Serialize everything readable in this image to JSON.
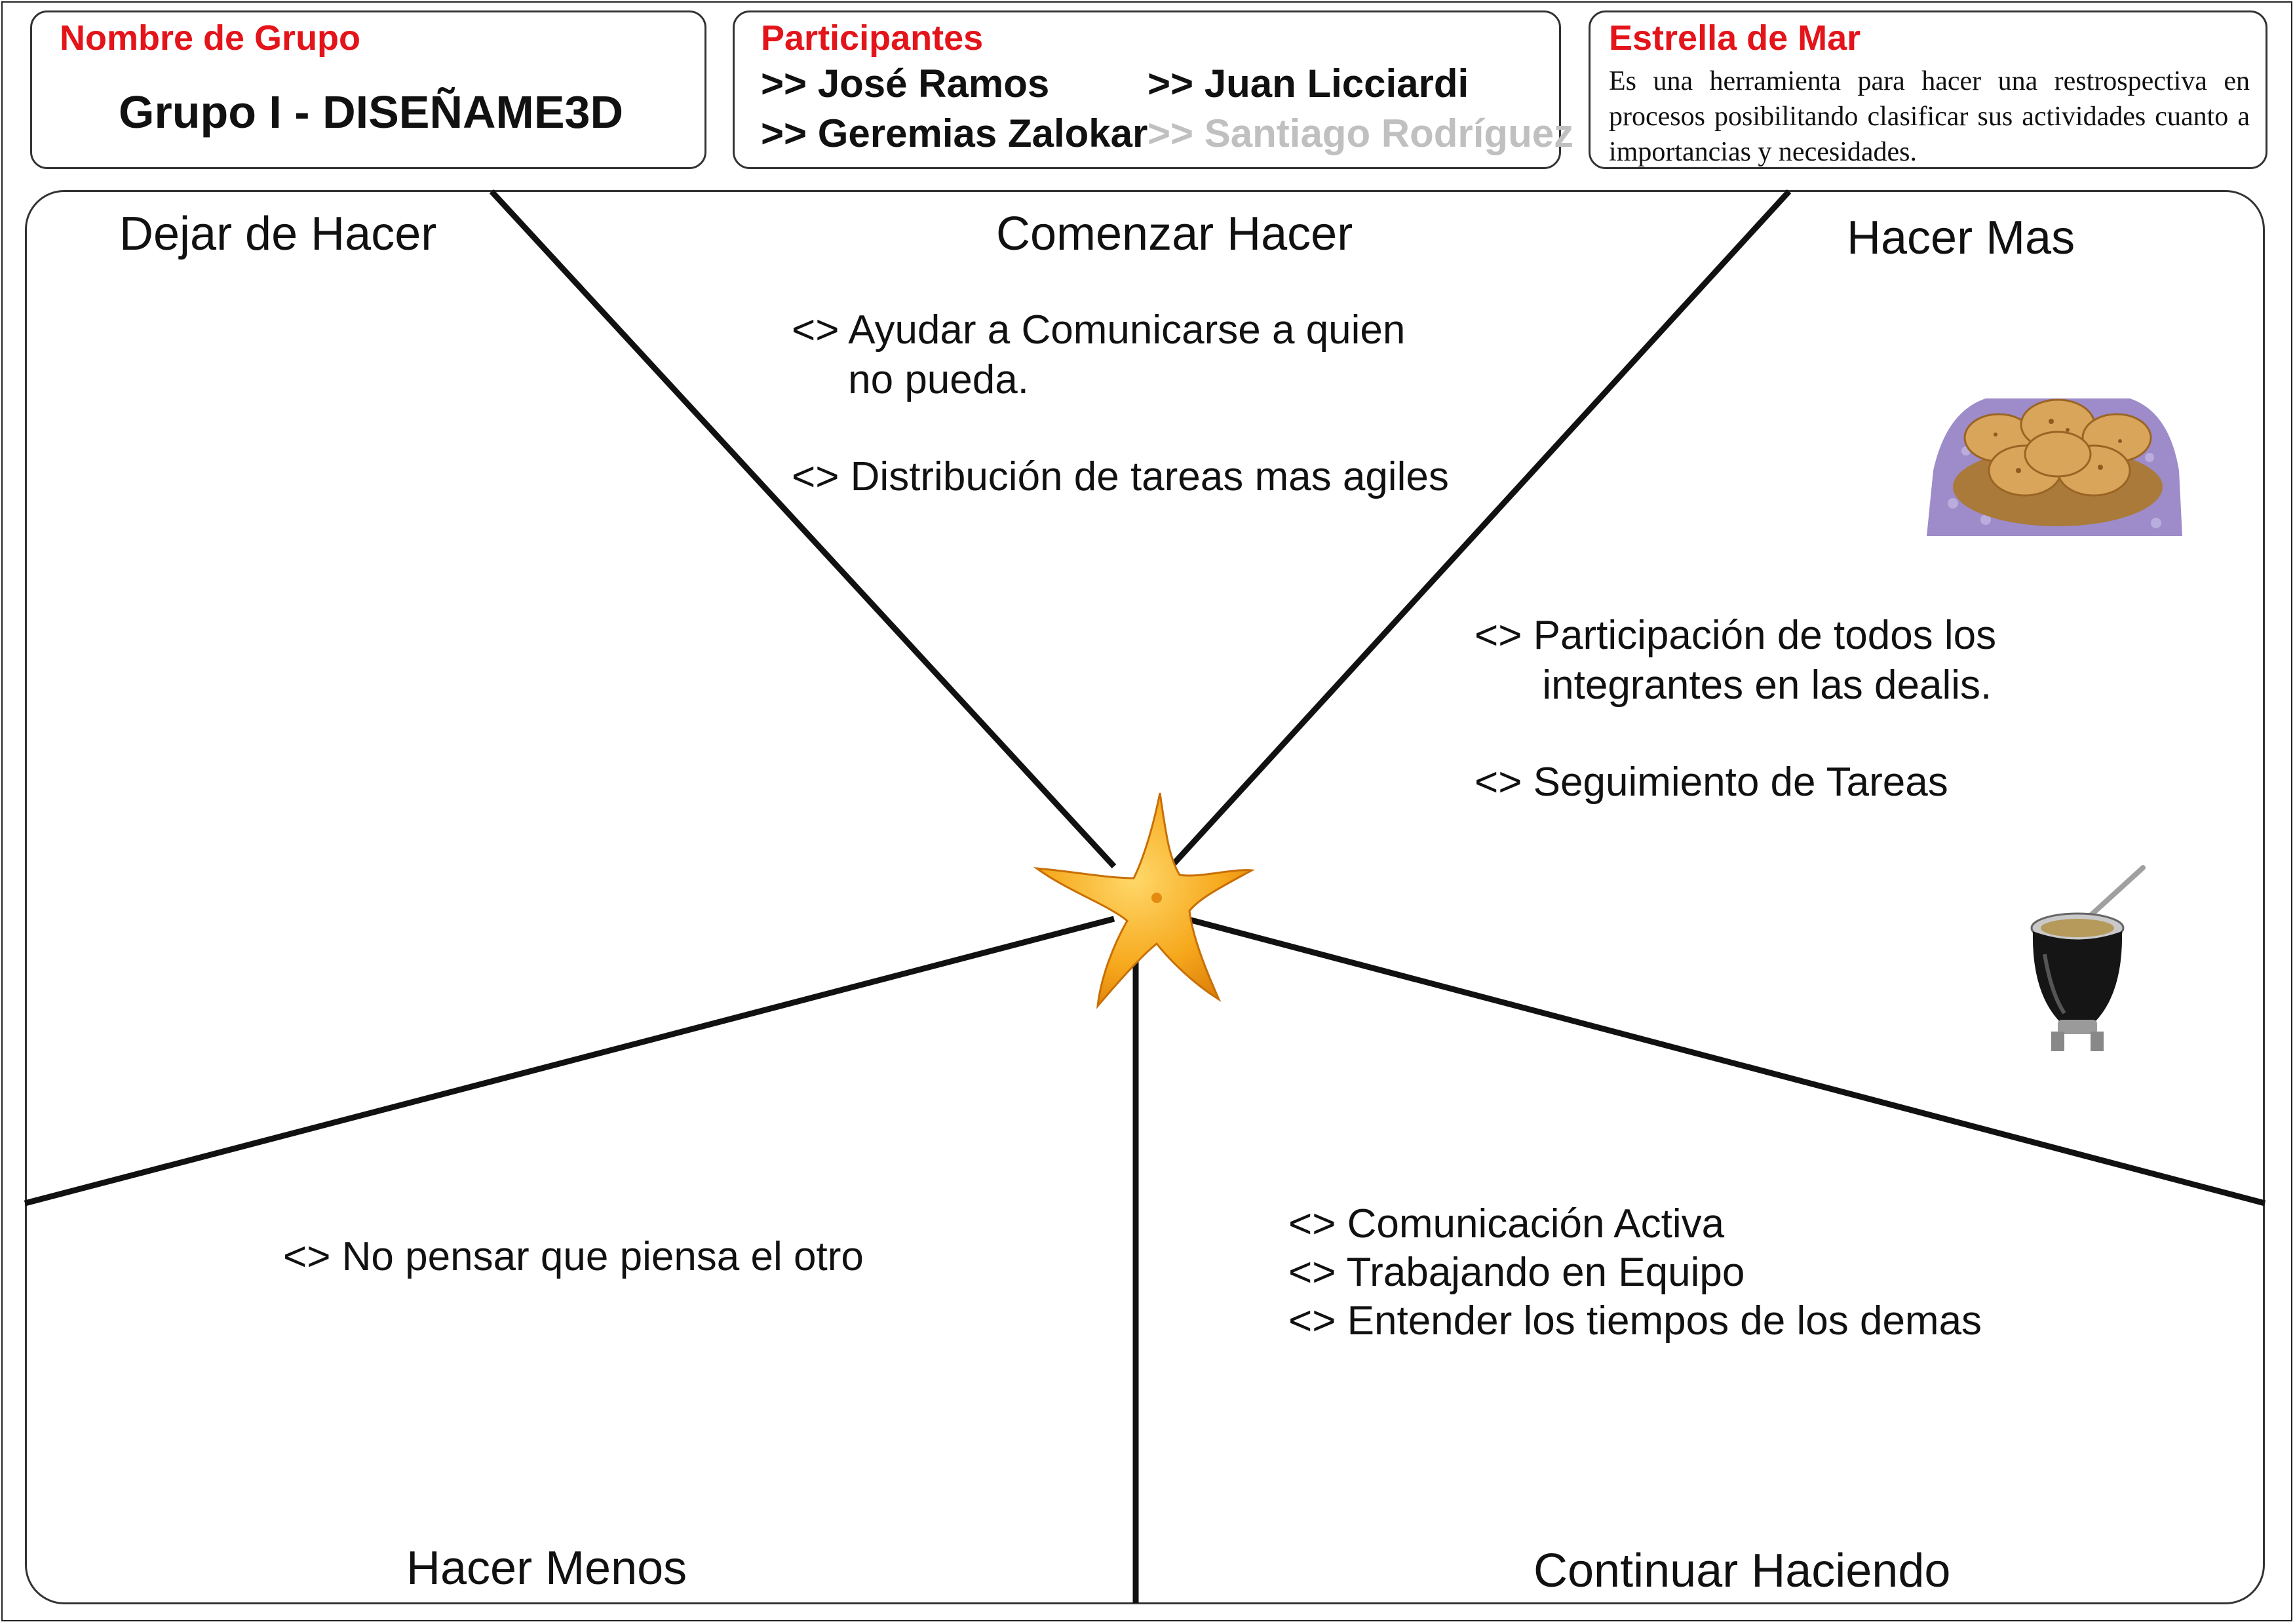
{
  "header": {
    "group": {
      "title": "Nombre de Grupo",
      "name": "Grupo I - DISEÑAME3D"
    },
    "participants": {
      "title": "Participantes",
      "names": [
        ">> José Ramos",
        ">> Juan Licciardi",
        ">> Geremias Zalokar",
        ">> Santiago Rodríguez"
      ]
    },
    "about": {
      "title": "Estrella de Mar",
      "description": "Es una herramienta para hacer una restrospectiva en procesos posibilitando clasificar sus actividades cuanto a importancias y necesidades."
    }
  },
  "sections": {
    "dejar_de_hacer": {
      "title": "Dejar de Hacer",
      "items": []
    },
    "comenzar_hacer": {
      "title": "Comenzar Hacer",
      "items": [
        "<> Ayudar a Comunicarse a quien\n     no pueda.",
        "<> Distribución de tareas mas agiles"
      ]
    },
    "hacer_mas": {
      "title": "Hacer Mas",
      "items": [
        "<> Participación de todos los\n      integrantes en las dealis.",
        "<> Seguimiento de Tareas"
      ]
    },
    "hacer_menos": {
      "title": "Hacer Menos",
      "items": [
        "<> No pensar que piensa el otro"
      ]
    },
    "continuar_haciendo": {
      "title": "Continuar Haciendo",
      "items": [
        "<> Comunicación Activa",
        "<> Trabajando en Equipo",
        "<> Entender los tiempos de los demas"
      ]
    }
  },
  "colors": {
    "heading": "#e3141a",
    "absent_participant": "#c0c0c0",
    "starfish": "#f6a81c"
  },
  "icons": [
    "starfish-image",
    "bread-basket-image",
    "mate-cup-image"
  ]
}
